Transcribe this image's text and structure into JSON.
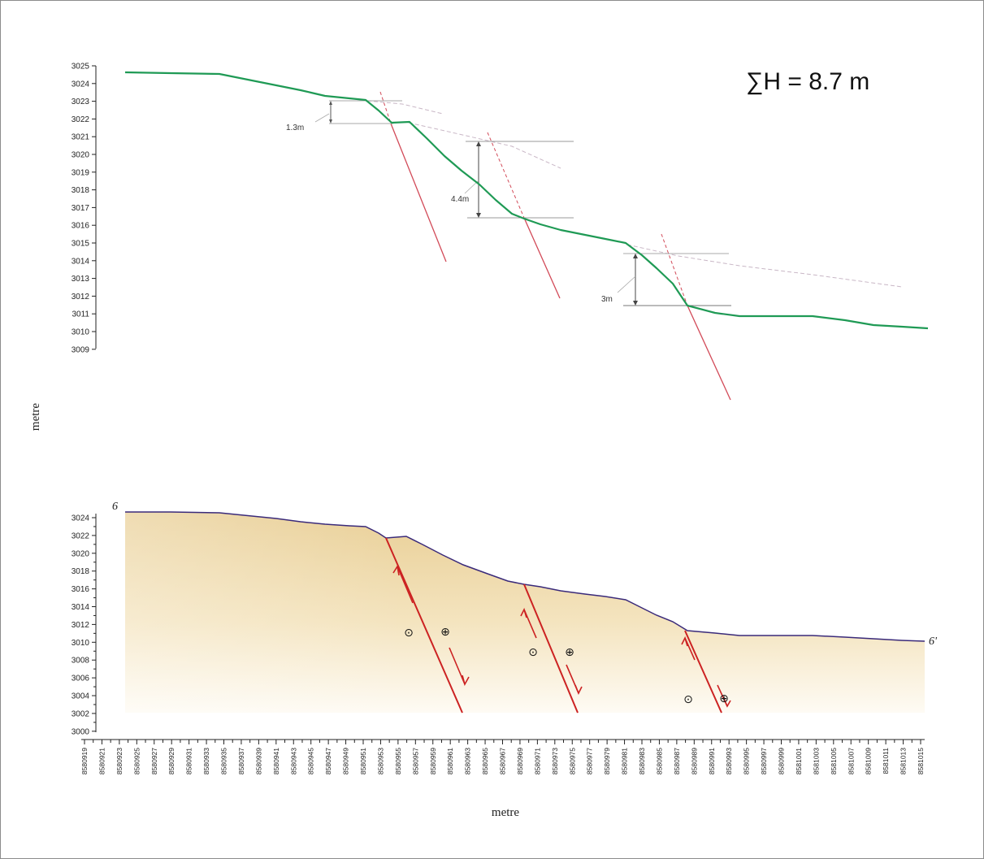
{
  "upper_profile": {
    "total_label": "∑H = 8.7 m",
    "y_ticks": [
      "3025",
      "3024",
      "3023",
      "3022",
      "3021",
      "3020",
      "3019",
      "3018",
      "3017",
      "3016",
      "3015",
      "3014",
      "3013",
      "3012",
      "3011",
      "3010",
      "3009"
    ],
    "offsets": [
      {
        "label": "1.3m",
        "value_m": 1.3
      },
      {
        "label": "4.4m",
        "value_m": 4.4
      },
      {
        "label": "3m",
        "value_m": 3
      }
    ],
    "profile_color": "#1f9a55",
    "fault_color": "#d24a58"
  },
  "shared": {
    "y_axis_title": "metre",
    "x_axis_title": "metre"
  },
  "lower_section": {
    "start_label": "6",
    "end_label": "6'",
    "y_ticks": [
      "3024",
      "3022",
      "3020",
      "3018",
      "3016",
      "3014",
      "3012",
      "3010",
      "3008",
      "3006",
      "3004",
      "3002",
      "3000"
    ],
    "x_ticks": [
      "8580919",
      "8580921",
      "8580923",
      "8580925",
      "8580927",
      "8580929",
      "8580931",
      "8580933",
      "8580935",
      "8580937",
      "8580939",
      "8580941",
      "8580943",
      "8580945",
      "8580947",
      "8580949",
      "8580951",
      "8580953",
      "8580955",
      "8580957",
      "8580959",
      "8580961",
      "8580963",
      "8580965",
      "8580967",
      "8580969",
      "8580971",
      "8580973",
      "8580975",
      "8580977",
      "8580979",
      "8580981",
      "8580983",
      "8580985",
      "8580987",
      "8580989",
      "8580991",
      "8580993",
      "8580995",
      "8580997",
      "8580999",
      "8581001",
      "8581003",
      "8581005",
      "8581007",
      "8581009",
      "8581011",
      "8581013",
      "8581015"
    ],
    "faults": [
      {
        "out_symbol": "⊙",
        "in_symbol": "⊕"
      },
      {
        "out_symbol": "⊙",
        "in_symbol": "⊕"
      },
      {
        "out_symbol": "⊙",
        "in_symbol": "⊕"
      }
    ],
    "surface_color": "#3a2a7a",
    "fault_color": "#cc2222",
    "fill_color": "#e9cf96"
  }
}
